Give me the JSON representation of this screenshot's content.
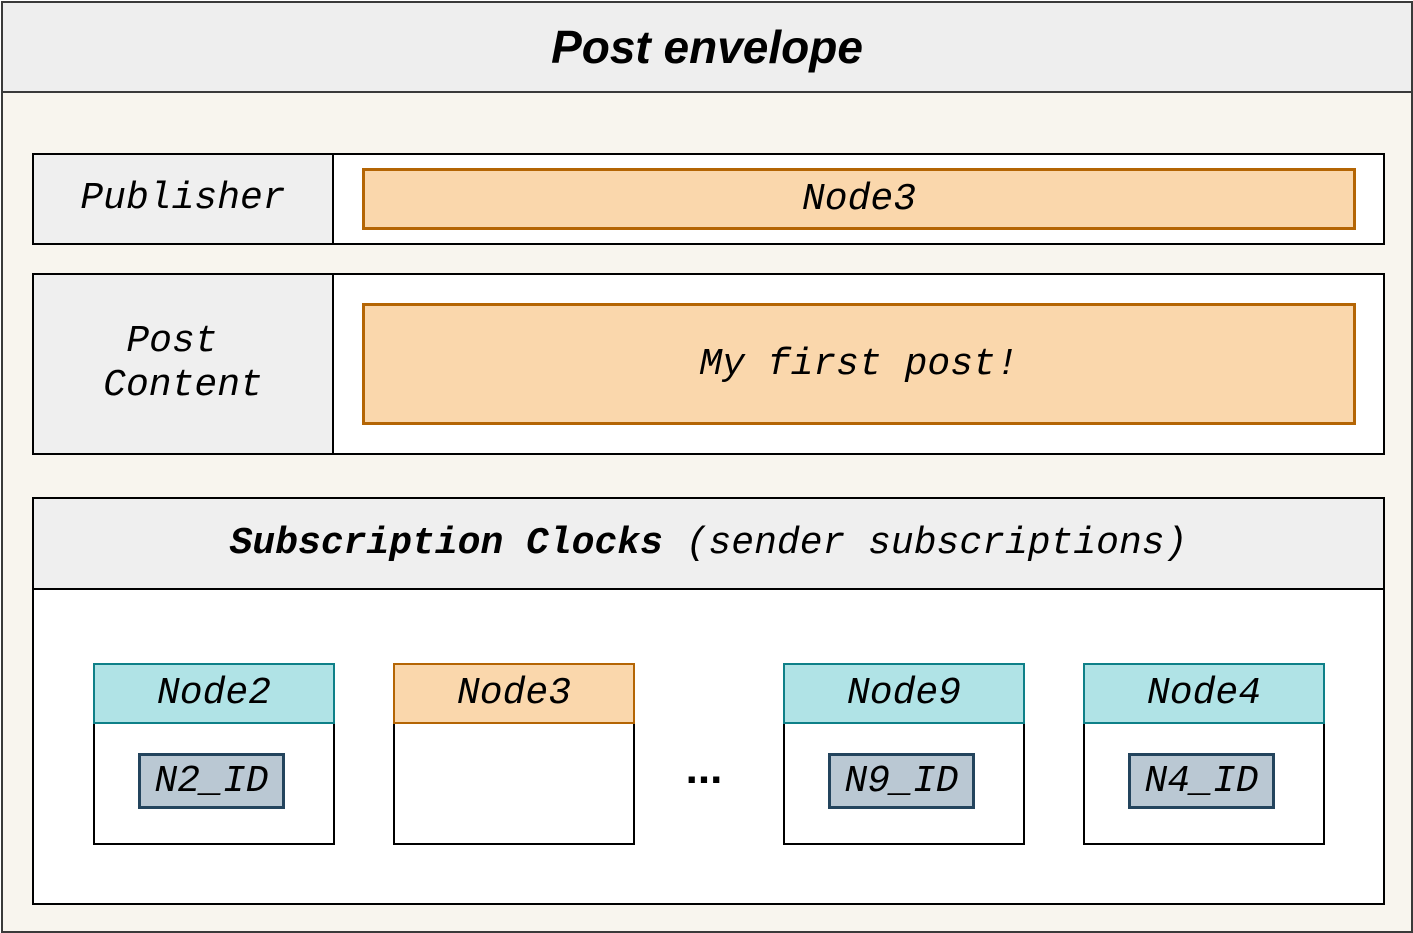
{
  "envelope": {
    "title": "Post envelope"
  },
  "publisher": {
    "label": "Publisher",
    "value": "Node3"
  },
  "post_content": {
    "label_line1": "Post",
    "label_line2": "Content",
    "value": "My first post!"
  },
  "subscription_clocks": {
    "title_bold": "Subscription Clocks",
    "title_suffix": " (sender subscriptions)",
    "ellipsis": "...",
    "nodes": [
      {
        "name": "Node2",
        "id": "N2_ID",
        "color": "#b0e3e6"
      },
      {
        "name": "Node3",
        "id": "",
        "color": "#fad7ac"
      },
      {
        "name": "Node9",
        "id": "N9_ID",
        "color": "#b0e3e6"
      },
      {
        "name": "Node4",
        "id": "N4_ID",
        "color": "#b0e3e6"
      }
    ]
  },
  "colors": {
    "publisher_fill": "#fad7ac",
    "publisher_stroke": "#b46504",
    "subscriber_fill": "#b0e3e6",
    "subscriber_stroke": "#0e8088",
    "id_fill": "#bac8d3",
    "id_stroke": "#23445d",
    "background": "#f8f5ee"
  }
}
